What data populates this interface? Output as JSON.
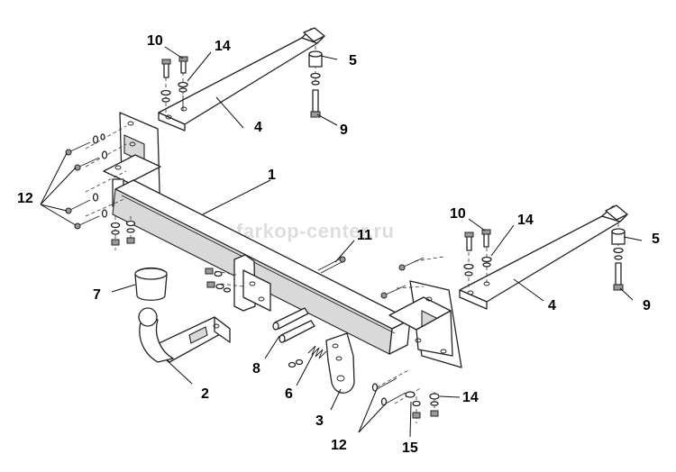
{
  "watermark": "farkop-center.ru",
  "callouts": {
    "l1": "1",
    "l2": "2",
    "l3": "3",
    "l4a": "4",
    "l4b": "4",
    "l5a": "5",
    "l5b": "5",
    "l6": "6",
    "l7": "7",
    "l8": "8",
    "l9a": "9",
    "l9b": "9",
    "l10a": "10",
    "l10b": "10",
    "l11": "11",
    "l12a": "12",
    "l12b": "12",
    "l14a": "14",
    "l14b": "14",
    "l14c": "14",
    "l15": "15"
  },
  "colors": {
    "line": "#222222",
    "shade": "#d9d9d9",
    "watermark": "#dedede"
  }
}
